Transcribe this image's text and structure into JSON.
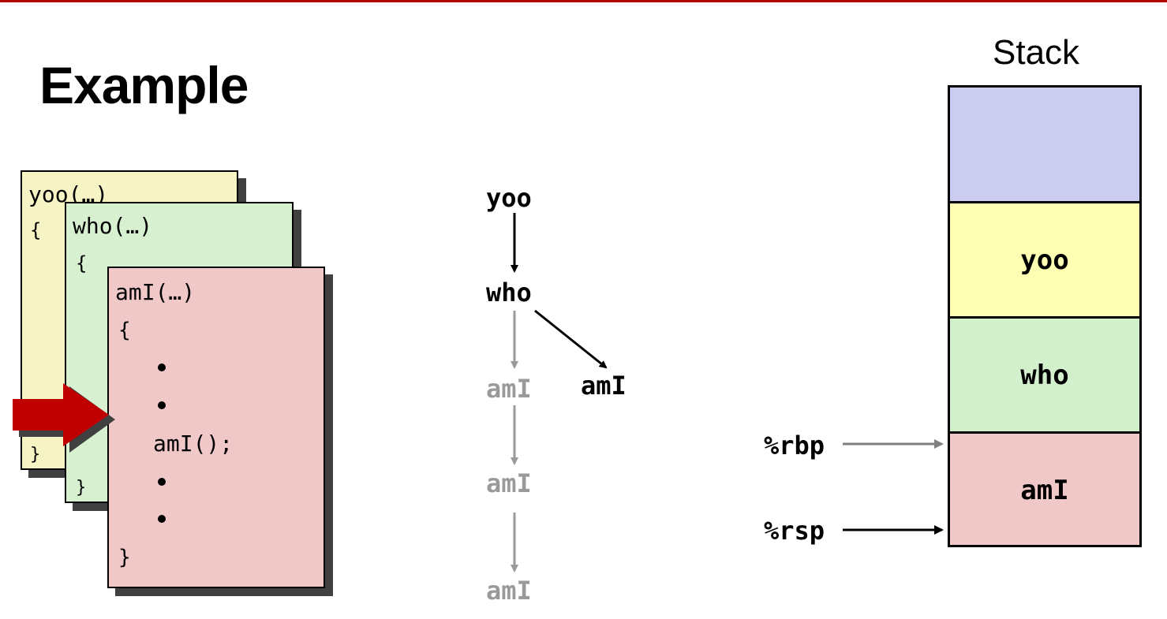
{
  "slide": {
    "title": "Example"
  },
  "code_cards": {
    "yoo": {
      "header": "yoo(…)",
      "open": "{",
      "close": "}"
    },
    "who": {
      "header": "who(…)",
      "open": "{",
      "close": "}"
    },
    "ami": {
      "header": "amI(…)",
      "open": "{",
      "call": "amI();",
      "close": "}"
    }
  },
  "call_tree": {
    "root": "yoo",
    "child": "who",
    "active_call": "amI",
    "future_calls": [
      "amI",
      "amI",
      "amI"
    ]
  },
  "stack": {
    "title": "Stack",
    "frames": [
      {
        "label": "",
        "color": "#ccccf0"
      },
      {
        "label": "yoo",
        "color": "#ffffb3"
      },
      {
        "label": "who",
        "color": "#d3f0cc"
      },
      {
        "label": "amI",
        "color": "#f0c8c8"
      }
    ],
    "rbp_label": "%rbp",
    "rsp_label": "%rsp"
  },
  "colors": {
    "accent_line": "#b00000",
    "pointer_arrow": "#c00000",
    "future_gray": "#9a9a9a"
  }
}
